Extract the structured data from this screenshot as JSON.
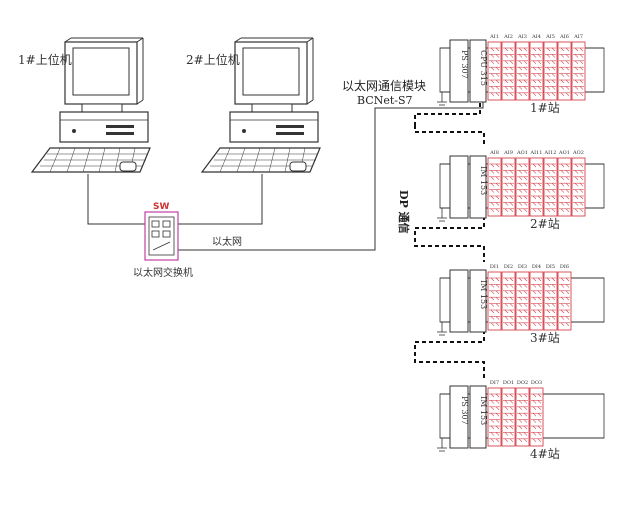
{
  "pcs": [
    {
      "label": "1#上位机"
    },
    {
      "label": "2#上位机"
    }
  ],
  "switch": {
    "tag": "SW",
    "label": "以太网交换机"
  },
  "ethernet_label": "以太网",
  "comm_module": {
    "name": "以太网通信模块",
    "model": "BCNet-S7"
  },
  "dp_label": "DP 通信",
  "stations": [
    {
      "label": "1#站",
      "ps": "PS 307",
      "cpu": "CPU 315",
      "modules": [
        "AI1",
        "AI2",
        "AI3",
        "AI4",
        "AI5",
        "AI6",
        "AI7"
      ]
    },
    {
      "label": "2#站",
      "ps": "",
      "cpu": "IM 153",
      "modules": [
        "AI8",
        "AI9",
        "AO1",
        "AI11",
        "AI12",
        "AO1",
        "AO2"
      ]
    },
    {
      "label": "3#站",
      "ps": "",
      "cpu": "IM 153",
      "modules": [
        "DI1",
        "DI2",
        "DI3",
        "DI4",
        "DI5",
        "DI6"
      ]
    },
    {
      "label": "4#站",
      "ps": "PS 307",
      "cpu": "IM 153",
      "modules": [
        "DI7",
        "DO1",
        "DO2",
        "DO3"
      ]
    }
  ],
  "colors": {
    "line": "#333333",
    "module_red": "#d4424c",
    "switch_pink": "#c13fa2",
    "switch_tag": "#d03030"
  }
}
